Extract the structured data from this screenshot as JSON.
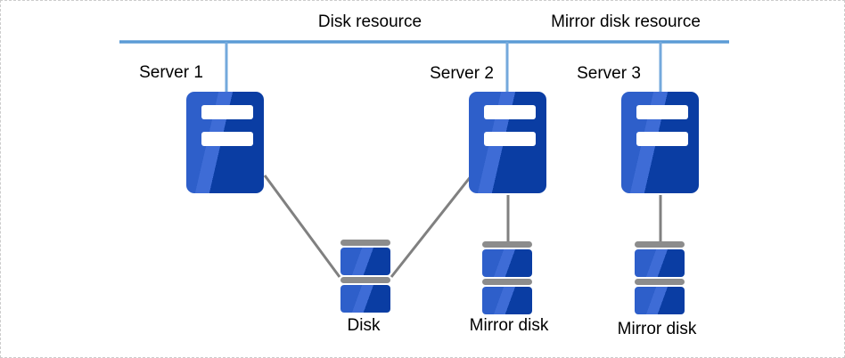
{
  "diagram": {
    "resource_labels": {
      "disk": "Disk resource",
      "mirror": "Mirror disk resource"
    },
    "servers": [
      {
        "id": "server-1",
        "label": "Server 1"
      },
      {
        "id": "server-2",
        "label": "Server 2"
      },
      {
        "id": "server-3",
        "label": "Server 3"
      }
    ],
    "storage": [
      {
        "id": "shared-disk",
        "label": "Disk"
      },
      {
        "id": "mirror-disk-1",
        "label": "Mirror disk"
      },
      {
        "id": "mirror-disk-2",
        "label": "Mirror disk"
      }
    ],
    "connections": {
      "bus_connects": [
        "server-1",
        "server-2",
        "server-3"
      ],
      "storage_links": [
        {
          "from": "server-1",
          "to": "shared-disk"
        },
        {
          "from": "server-2",
          "to": "shared-disk"
        },
        {
          "from": "server-2",
          "to": "mirror-disk-1"
        },
        {
          "from": "server-3",
          "to": "mirror-disk-2"
        }
      ]
    },
    "colors": {
      "bus_line_blue": "#5b9bd5",
      "drop_line_blue": "#74a9dc",
      "link_gray": "#808080",
      "server_blue_light": "#2e5fca",
      "server_blue_highlight": "#3e6cd6",
      "server_blue_dark": "#0a3da3",
      "disk_bar_gray": "#8c8c8c",
      "text_black": "#000000",
      "border_gray": "#cccccc"
    }
  }
}
